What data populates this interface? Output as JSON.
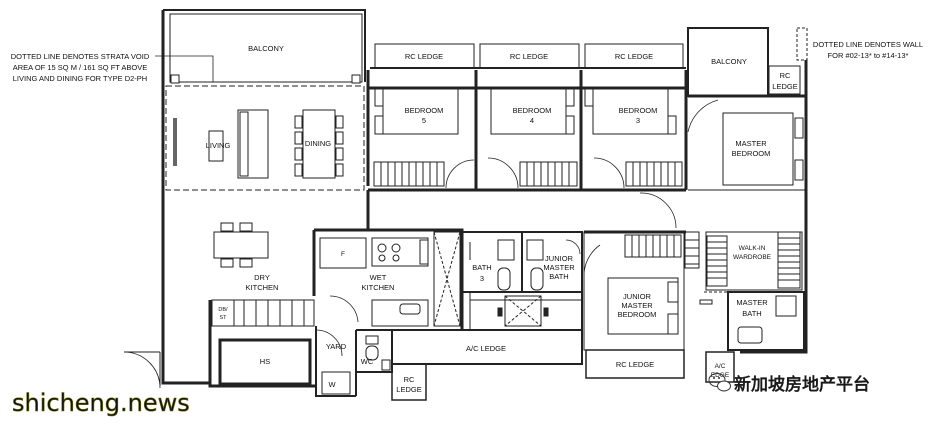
{
  "notes": {
    "left": [
      "DOTTED LINE DENOTES STRATA VOID",
      "AREA OF 15 SQ M / 161 SQ FT ABOVE",
      "LIVING AND DINING FOR TYPE  D2-PH"
    ],
    "right": [
      "DOTTED LINE DENOTES WALL",
      "FOR #02-13* to #14-13*"
    ]
  },
  "rooms": {
    "balcony_main": "BALCONY",
    "rc_ledge_1": "RC LEDGE",
    "rc_ledge_2": "RC LEDGE",
    "rc_ledge_3": "RC LEDGE",
    "balcony_master": "BALCONY",
    "rc_ledge_right": [
      "RC",
      "LEDGE"
    ],
    "living": "LIVING",
    "dining": "DINING",
    "bedroom5": [
      "BEDROOM",
      "5"
    ],
    "bedroom4": [
      "BEDROOM",
      "4"
    ],
    "bedroom3": [
      "BEDROOM",
      "3"
    ],
    "master_bedroom": [
      "MASTER",
      "BEDROOM"
    ],
    "walk_in_wardrobe": [
      "WALK-IN",
      "WARDROBE"
    ],
    "bath3": [
      "BATH",
      "3"
    ],
    "junior_master_bath": [
      "JUNIOR",
      "MASTER",
      "BATH"
    ],
    "junior_master_bedroom": [
      "JUNIOR",
      "MASTER",
      "BEDROOM"
    ],
    "master_bath": [
      "MASTER",
      "BATH"
    ],
    "dry_kitchen": [
      "DRY",
      "KITCHEN"
    ],
    "wet_kitchen": [
      "WET",
      "KITCHEN"
    ],
    "db_st": [
      "DB/",
      "ST"
    ],
    "hs": "HS",
    "yard": "YARD",
    "wc": "WC",
    "w": "W",
    "fridge": "F",
    "ac_ledge": "A/C LEDGE",
    "rc_ledge_bottom": "RC LEDGE",
    "rc_ledge_left_bottom": [
      "RC",
      "LEDGE"
    ],
    "ac_edge": [
      "A/C",
      "EDGE"
    ]
  },
  "watermarks": {
    "site": "shicheng.news",
    "channel": "新加坡房地产平台"
  }
}
